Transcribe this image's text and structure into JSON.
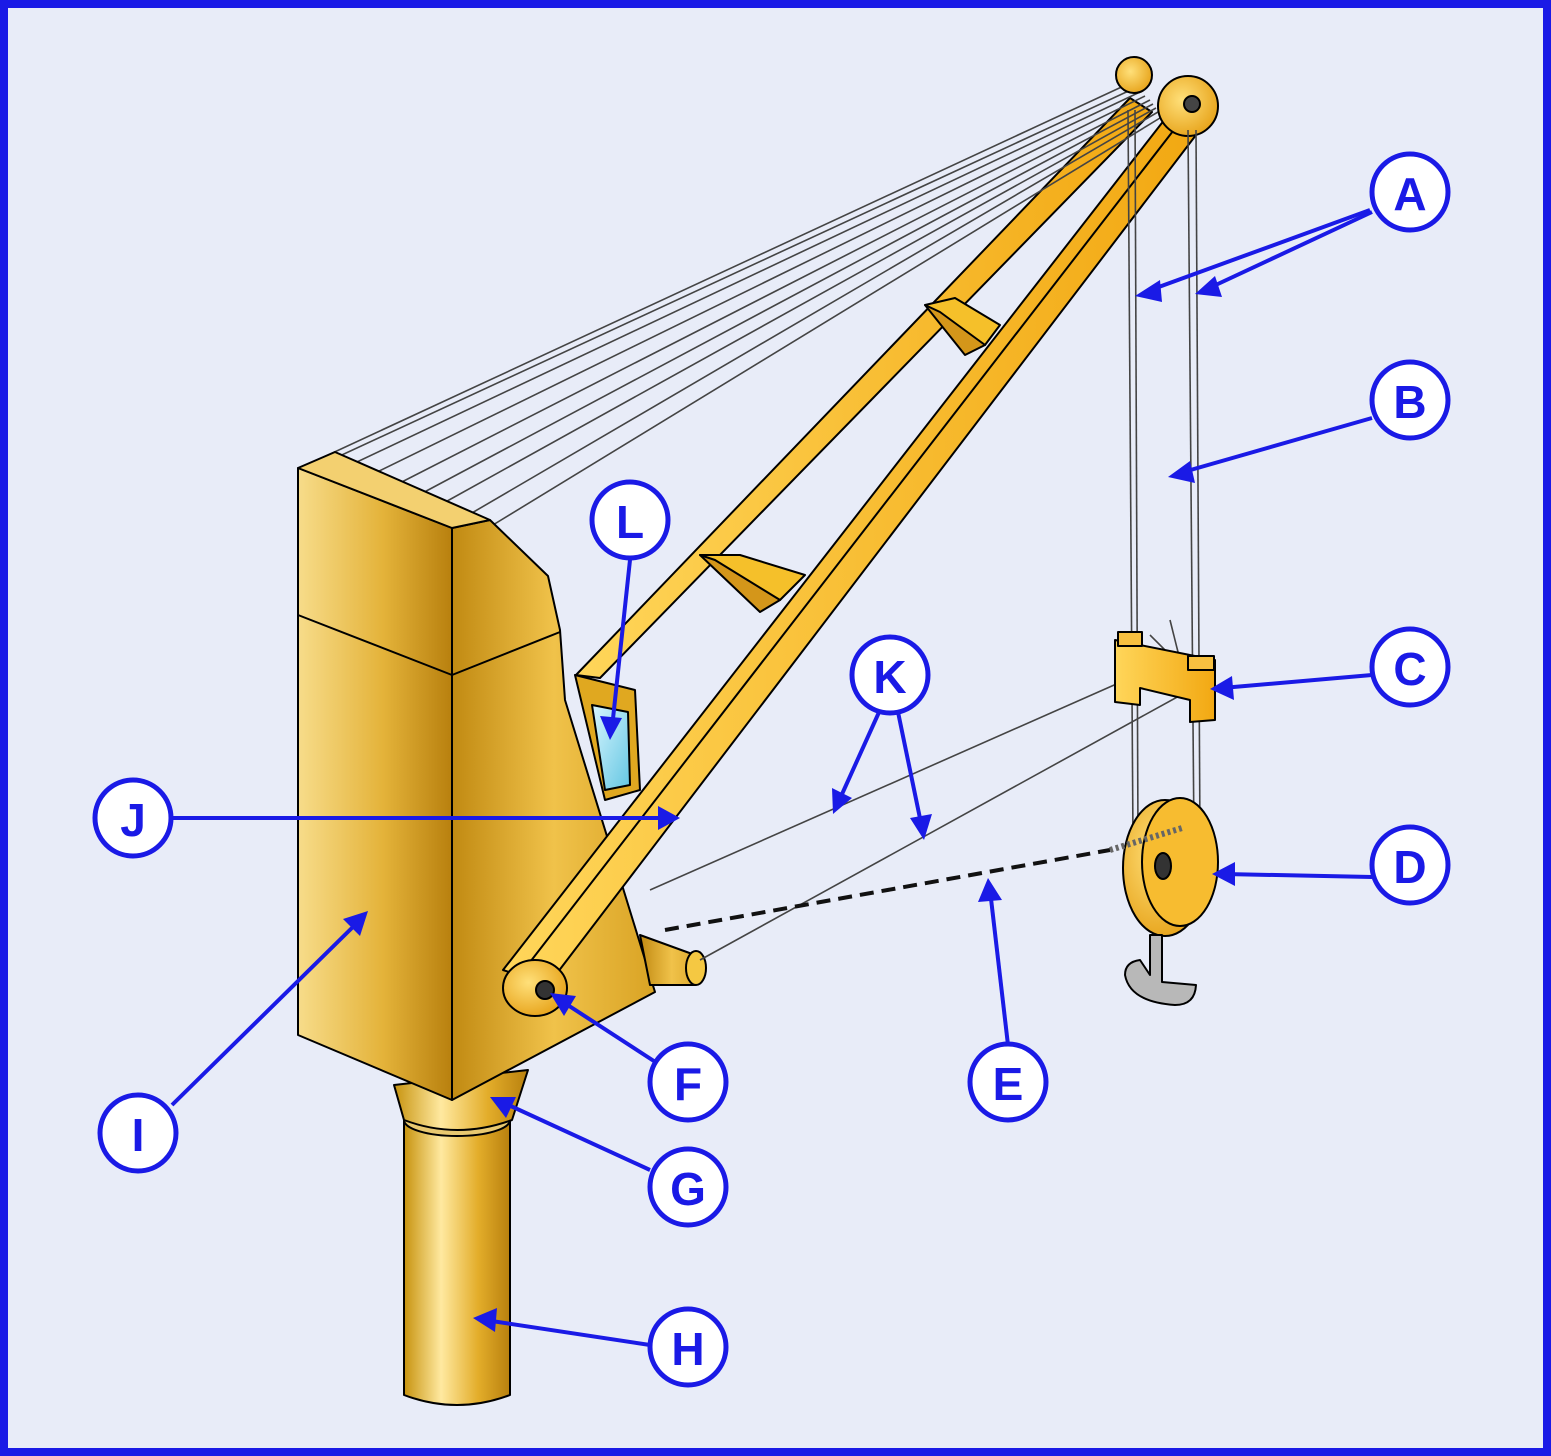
{
  "colors": {
    "frame": "#1a1ae6",
    "background": "#e8ecf8",
    "label": "#1a1ae6",
    "gold_light": "#ffe9a0",
    "gold_mid": "#e8b63a",
    "gold_dark": "#b8800e",
    "boom": "#f7b81c",
    "hook": "#b8b8b8",
    "glass": "#8fdcef"
  },
  "labels": {
    "A": "A",
    "B": "B",
    "C": "C",
    "D": "D",
    "E": "E",
    "F": "F",
    "G": "G",
    "H": "H",
    "I": "I",
    "J": "J",
    "K": "K",
    "L": "L"
  }
}
